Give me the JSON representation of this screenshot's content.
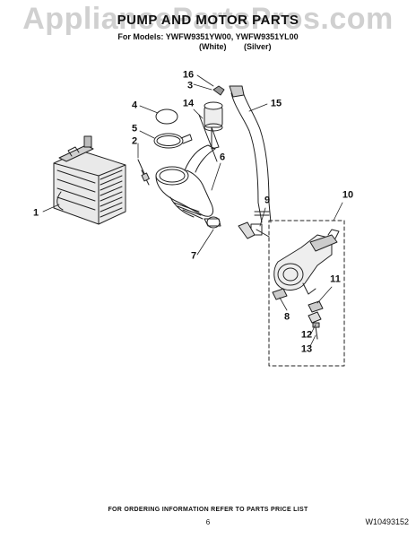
{
  "watermark": "AppliancePartsPros.com",
  "header": {
    "title": "PUMP AND MOTOR PARTS",
    "models": "For Models: YWFW9351YW00, YWFW9351YL00",
    "variant_white": "(White)",
    "variant_silver": "(Silver)"
  },
  "callouts": {
    "c1": "1",
    "c2": "2",
    "c3": "3",
    "c4": "4",
    "c5": "5",
    "c6": "6",
    "c7": "7",
    "c8": "8",
    "c9": "9",
    "c10": "10",
    "c11": "11",
    "c12": "12",
    "c13": "13",
    "c14": "14",
    "c15": "15",
    "c16": "16"
  },
  "footer": {
    "ordering_note": "FOR ORDERING INFORMATION REFER TO PARTS PRICE LIST",
    "page_number": "6",
    "document_number": "W10493152"
  }
}
